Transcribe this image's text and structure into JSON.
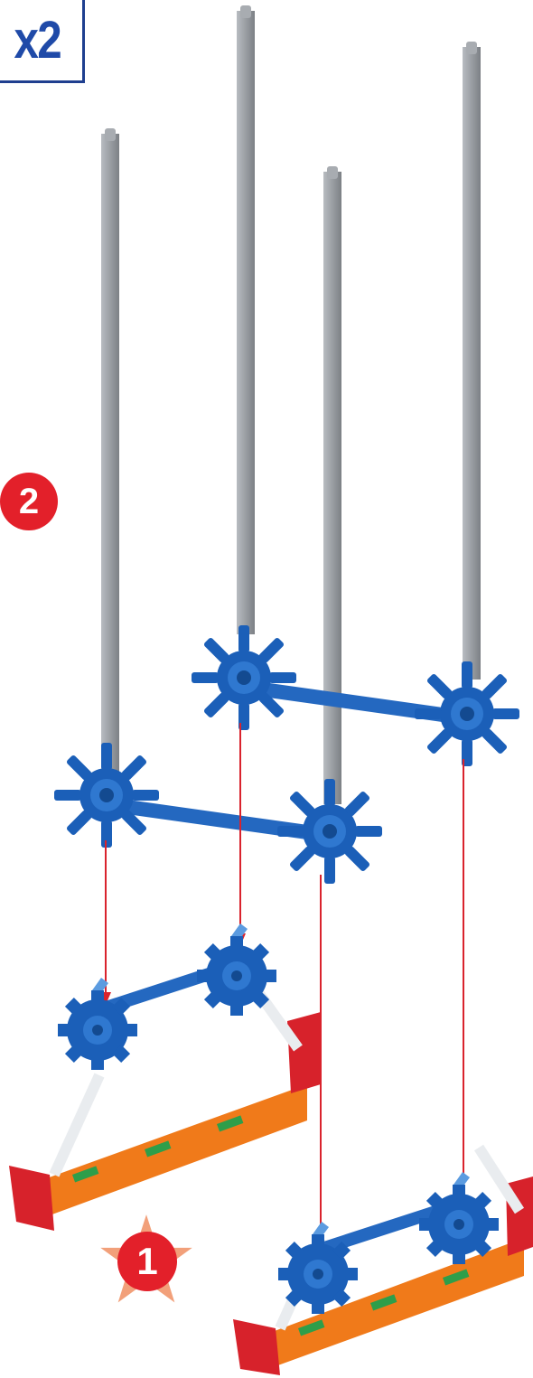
{
  "quantity_label": "x2",
  "steps": [
    {
      "number": "2"
    },
    {
      "number": "1"
    }
  ],
  "colors": {
    "rod": "#9a9ea3",
    "connector_blue": "#1b5fb8",
    "frame_red": "#d7222b",
    "frame_orange": "#f07a1a",
    "clip_green": "#2e9e4a",
    "rod_white": "#e9ecef",
    "arrow": "#d9232d",
    "badge": "#e3202a",
    "star": "#f2a07a"
  },
  "icons": [
    "gray-rod-icon",
    "blue-connector-icon",
    "red-frame-icon",
    "down-arrow-icon",
    "star-icon"
  ]
}
